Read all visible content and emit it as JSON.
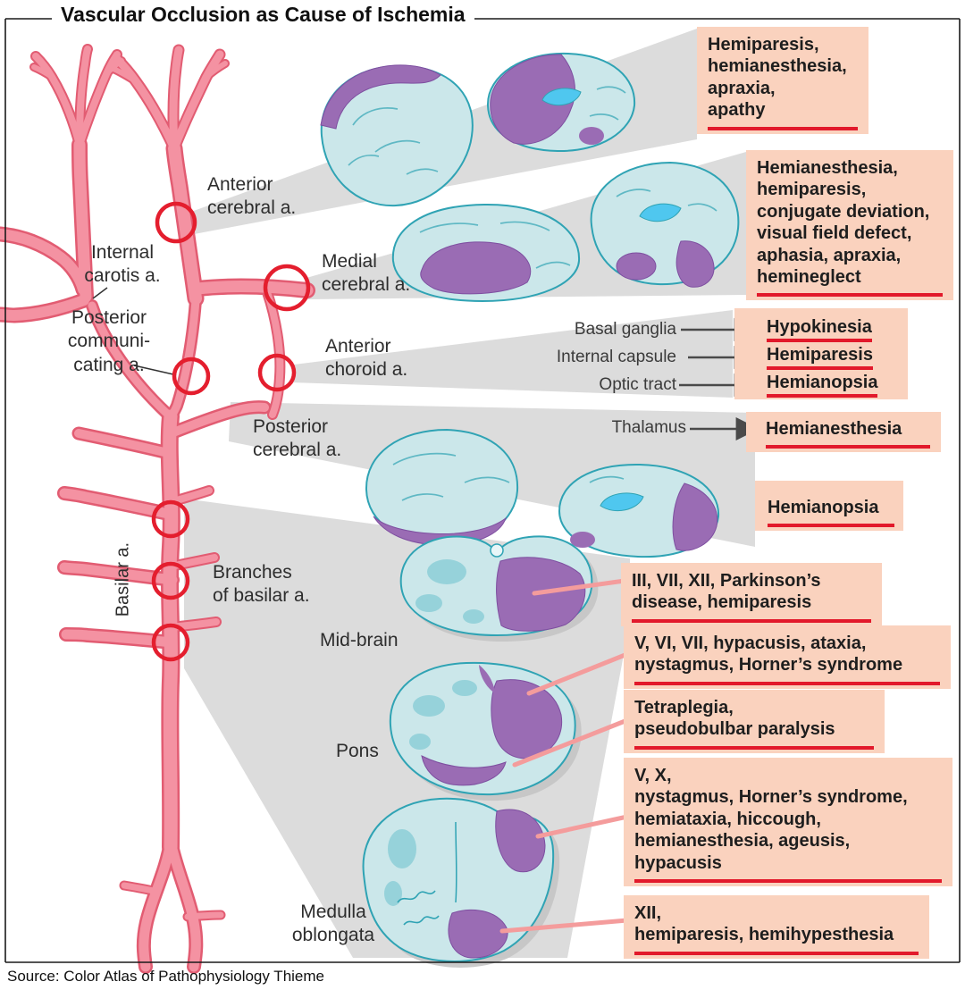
{
  "title": "Vascular Occlusion as Cause of Ischemia",
  "source_note": "Source: Color Atlas of Pathophysiology Thieme",
  "artery_labels": {
    "internal_carotis": "Internal\ncarotis a.",
    "posterior_communicating": "Posterior\ncommuni-\ncating a.",
    "basilar": "Basilar a.",
    "anterior_cerebral": "Anterior\ncerebral a.",
    "medial_cerebral": "Medial\ncerebral a.",
    "anterior_choroid": "Anterior\nchoroid a.",
    "posterior_cerebral": "Posterior\ncerebral a.",
    "branches_of_basilar": "Branches\nof basilar a."
  },
  "section_labels": {
    "midbrain": "Mid-brain",
    "pons": "Pons",
    "medulla": "Medulla\noblongata"
  },
  "symptom_boxes": {
    "anterior_cerebral": "Hemiparesis,\nhemianesthesia,\napraxia,\napathy",
    "medial_cerebral": "Hemianesthesia,\nhemiparesis,\nconjugate deviation,\nvisual field defect,\naphasia, apraxia,\nhemineglect",
    "posterior_cerebral": "Hemianopsia",
    "midbrain": "III, VII, XII, Parkinson’s\ndisease, hemiparesis",
    "pons_upper": "V, VI, VII, hypacusis, ataxia,\nnystagmus, Horner’s syndrome",
    "pons_lower": "Tetraplegia,\npseudobulbar paralysis",
    "medulla_upper": "V, X,\nnystagmus, Horner’s syndrome,\nhemiataxia, hiccough,\nhemianesthesia, ageusis,\nhypacusis",
    "medulla_lower": "XII,\nhemiparesis, hemihypesthesia"
  },
  "choroid_rows": [
    {
      "structure": "Basal ganglia",
      "symptom": "Hypokinesia"
    },
    {
      "structure": "Internal capsule",
      "symptom": "Hemiparesis"
    },
    {
      "structure": "Optic tract",
      "symptom": "Hemianopsia"
    }
  ],
  "thalamus_row": {
    "structure": "Thalamus",
    "symptom": "Hemianesthesia"
  },
  "colors": {
    "artery_fill": "#F492A2",
    "artery_outline": "#E25C72",
    "occlusion_ring": "#E41E2E",
    "brain_fill": "#CBE7EA",
    "brain_outline": "#2FA3B4",
    "lesion_purple": "#9A6CB4",
    "ventricle_blue": "#4FC7EF",
    "box_background": "#FAD2BE",
    "red_underline": "#E2192B",
    "wedge_gray": "#DCDCDC",
    "connector_pink": "#F49C9C",
    "arrow_gray": "#4A4A4A"
  }
}
